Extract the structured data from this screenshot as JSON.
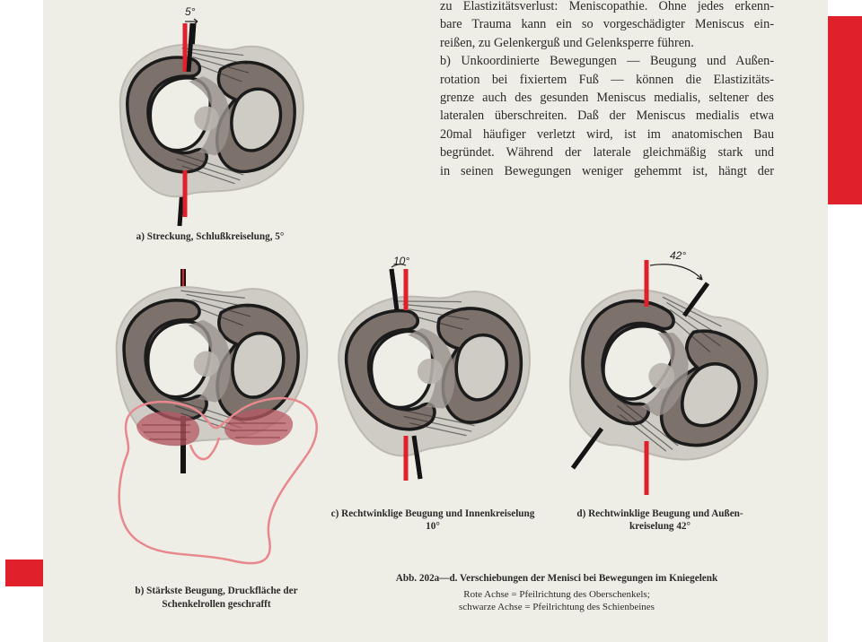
{
  "text_column": {
    "lines": [
      "zu Elastizitätsverlust: Meniscopathie. Ohne jedes erkenn-",
      "bare Trauma kann ein so vorgeschädigter Meniscus ein-",
      "reißen, zu Gelenkerguß und Gelenksperre führen.",
      "b) Unkoordinierte Bewegungen — Beugung und Außen-",
      "rotation bei fixiertem Fuß — können die Elastizitäts-",
      "grenze auch des gesunden Meniscus medialis, seltener des",
      "lateralen überschreiten. Daß der Meniscus medialis etwa",
      "20mal häufiger verletzt wird, ist im anatomischen Bau",
      "begründet. Während der laterale gleichmäßig stark und",
      "in seinen Bewegungen weniger gehemmt ist, hängt der"
    ]
  },
  "figures": {
    "a": {
      "angle": "5°",
      "caption": "a) Streckung, Schlußkreiselung, 5°"
    },
    "b": {
      "caption_line1": "b) Stärkste Beugung, Druckfläche der",
      "caption_line2": "Schenkelrollen geschrafft"
    },
    "c": {
      "angle": "10°",
      "caption_line1": "c) Rechtwinklige Beugung und Innenkreiselung",
      "caption_line2": "10°"
    },
    "d": {
      "angle": "42°",
      "caption_line1": "d) Rechtwinklige Beugung und Außen-",
      "caption_line2": "kreiselung 42°"
    }
  },
  "figure_caption": {
    "title": "Abb. 202a—d. Verschiebungen der Menisci bei Bewegungen im Kniegelenk",
    "legend_line1": "Rote Achse = Pfeilrichtung des Oberschenkels;",
    "legend_line2": "schwarze Achse = Pfeilrichtung des Schienbeines"
  },
  "colors": {
    "page": "#efeee6",
    "accent_red": "#e0202b",
    "meniscus": "#7d716c",
    "plateau": "#cfccc6",
    "outline": "#1b1b1b",
    "condyle_pink": "#e8878c"
  }
}
